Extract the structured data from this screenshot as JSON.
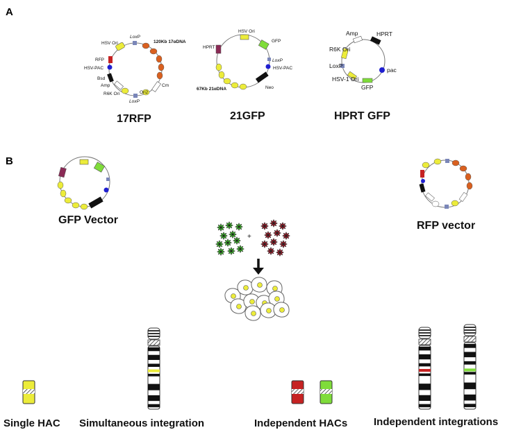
{
  "panels": {
    "a": "A",
    "b": "B"
  },
  "vectors": {
    "rfp17": {
      "name": "17RFP",
      "labels": {
        "hsv_ori": "HSV Ori",
        "loxp_top": "LoxP",
        "dna": "120Kb 17αDNA",
        "rfp": "RFP",
        "hsv_pac": "HSV-PAC",
        "bsd": "Bsd",
        "amp": "Amp",
        "r6k": "R6K Ori",
        "ori2": "Ori2",
        "cm": "Cm",
        "loxp_bottom": "LoxP"
      }
    },
    "gfp21": {
      "name": "21GFP",
      "labels": {
        "hsv_ori": "HSV Ori",
        "gfp": "GFP",
        "hprt": "HPRT",
        "loxp": "LoxP",
        "hsv_pac": "HSV-PAC",
        "dna": "67Kb 21αDNA",
        "neo": "Neo"
      }
    },
    "hprtgfp": {
      "name": "HPRT GFP",
      "labels": {
        "amp": "Amp",
        "hprt": "HPRT",
        "r6k": "R6K Ori",
        "loxp": "LoxP",
        "pac": "pac",
        "hsv1": "HSV-1 Ori",
        "gfp": "GFP"
      }
    }
  },
  "panel_b": {
    "gfp_vector": "GFP Vector",
    "rfp_vector": "RFP vector",
    "plus": "+",
    "single_hac": "Single HAC",
    "simultaneous": "Simultaneous integration",
    "independent_hacs": "Independent HACs",
    "independent_integrations": "Independent integrations"
  },
  "colors": {
    "yellow": "#ecec3a",
    "green": "#7fdc3a",
    "red": "#c62222",
    "purple": "#8a2a55",
    "orange": "#d9601f",
    "blue": "#1f1fd0",
    "loxp_grey": "#7a86b8",
    "star_green": "#3aa02a",
    "star_red": "#8a1f2a"
  }
}
